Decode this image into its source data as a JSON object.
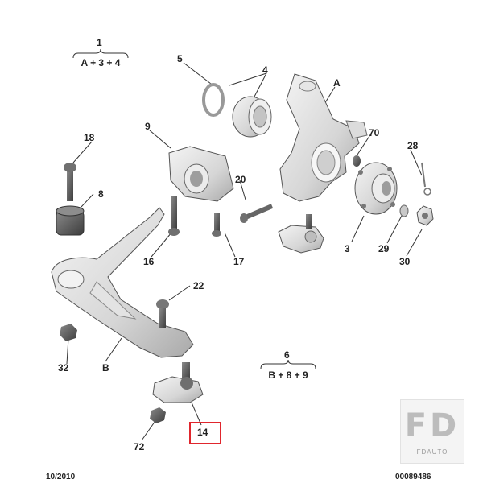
{
  "callouts": {
    "c1": "1",
    "c5": "5",
    "c4": "4",
    "cA": "A",
    "c9": "9",
    "c18": "18",
    "c70": "70",
    "c28": "28",
    "c8": "8",
    "c20": "20",
    "c16": "16",
    "c17": "17",
    "c3": "3",
    "c29": "29",
    "c30": "30",
    "c22": "22",
    "c32": "32",
    "cB": "B",
    "c6": "6",
    "c14": "14",
    "c72": "72"
  },
  "groups": {
    "g1": "A + 3 + 4",
    "g6": "B + 8 + 9"
  },
  "footer": {
    "date": "10/2010",
    "ref": "00089486"
  },
  "watermark": {
    "letters": "FD",
    "caption": "FDAUTO"
  },
  "colors": {
    "highlight": "#e0262d",
    "line": "#333333"
  }
}
